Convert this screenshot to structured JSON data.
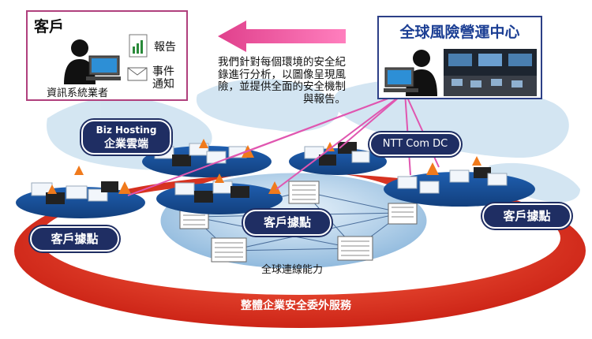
{
  "client_panel": {
    "title": "客戶",
    "user_label": "資訊系統業者",
    "report_label": "報告",
    "notify_label": "事件通知"
  },
  "center_panel": {
    "title": "全球風險營運中心"
  },
  "description": "我們針對每個環境的安全紀錄進行分析，以圖像呈現風險，並提供全面的安全機制與報告。",
  "labels": {
    "biz_hosting_line1": "Biz Hosting",
    "biz_hosting_line2": "企業雲端",
    "ntt_dc": "NTT Com DC",
    "site_left": "客戶據點",
    "site_center": "客戶據點",
    "site_right": "客戶據點",
    "global_connectivity": "全球連線能力",
    "outsourcing": "整體企業安全委外服務"
  },
  "colors": {
    "ring": "#e0321f",
    "pill": "#1f2e63",
    "arrow": "#e8559f",
    "client_border": "#b0407d",
    "center_border": "#2c3f87"
  }
}
